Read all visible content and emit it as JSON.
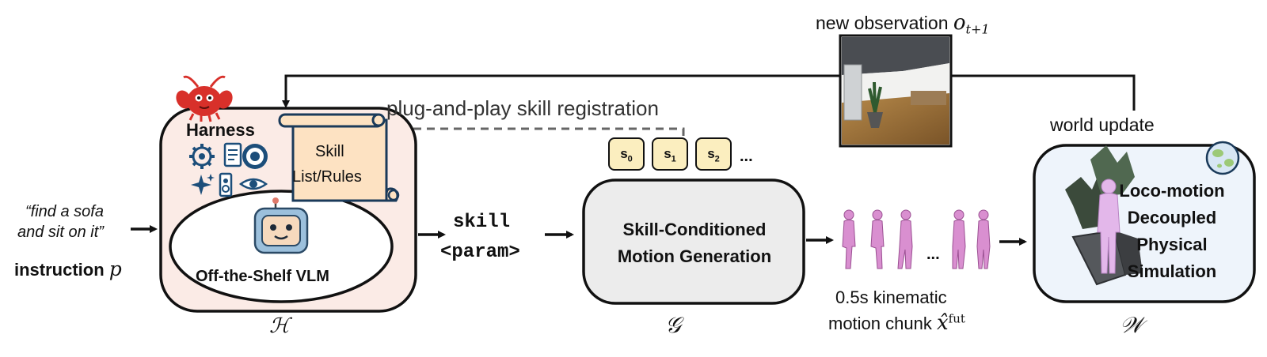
{
  "observation": {
    "label_prefix": "new observation",
    "symbol": "o",
    "subscript": "t+1"
  },
  "feedback": {
    "registration_label": "plug-and-play skill registration",
    "world_update_label": "world update"
  },
  "instruction": {
    "quote_line1": "“find a sofa",
    "quote_line2": "and sit on it”",
    "label": "instruction",
    "symbol": "p"
  },
  "harness": {
    "title": "Harness",
    "scroll_line1": "Skill",
    "scroll_line2": "List/Rules",
    "vlm_label": "Off-the-Shelf VLM",
    "symbol": "ℋ"
  },
  "skill_call": {
    "line1": "skill",
    "line2": "<param>"
  },
  "skills": {
    "chips": [
      {
        "base": "s",
        "sub": "0"
      },
      {
        "base": "s",
        "sub": "1"
      },
      {
        "base": "s",
        "sub": "2"
      }
    ],
    "ellipsis": "..."
  },
  "generator": {
    "line1": "Skill-Conditioned",
    "line2": "Motion Generation",
    "symbol": "𝒢"
  },
  "motion_chunk": {
    "ellipsis": "...",
    "line1": "0.5s kinematic",
    "line2_prefix": "motion chunk",
    "symbol": "x̂",
    "superscript": "fut"
  },
  "world": {
    "line1": "Loco-motion",
    "line2": "Decoupled",
    "line3": "Physical",
    "line4": "Simulation",
    "symbol": "𝒲"
  },
  "colors": {
    "harness_fill": "#fbebe6",
    "scroll_fill": "#fde2c2",
    "generator_fill": "#ececec",
    "world_fill": "#eef4fb",
    "chip_fill": "#fbeebf",
    "figure_pink": "#d98fd0",
    "lobster_red": "#d8302a",
    "icon_blue": "#1c4e7a"
  }
}
